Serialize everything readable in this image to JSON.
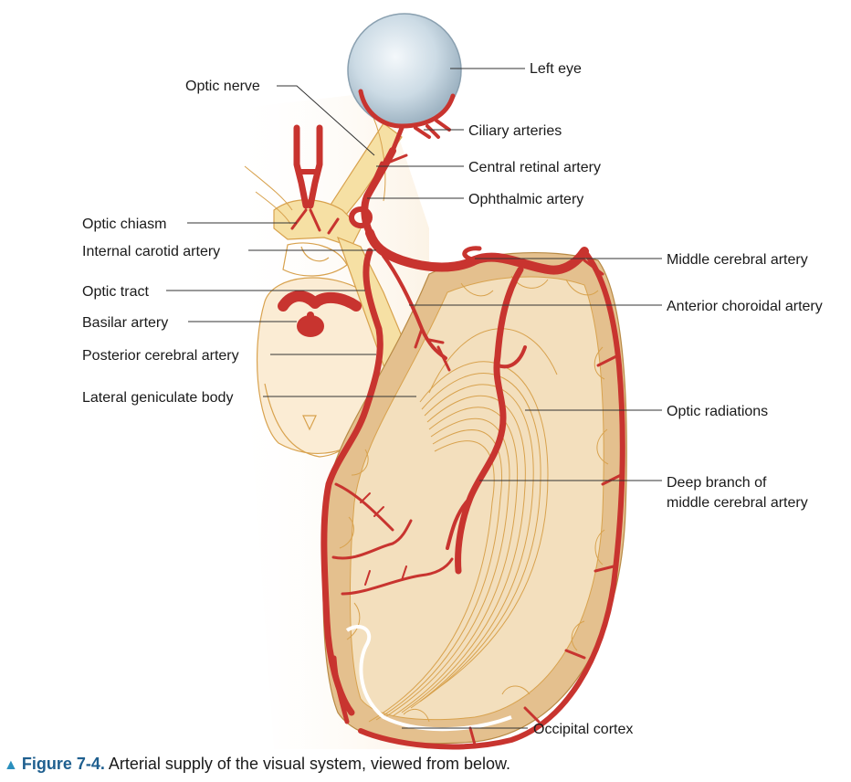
{
  "labels": {
    "left_eye": "Left eye",
    "optic_nerve": "Optic nerve",
    "ciliary_arteries": "Ciliary arteries",
    "central_retinal_artery": "Central retinal artery",
    "ophthalmic_artery": "Ophthalmic artery",
    "optic_chiasm": "Optic chiasm",
    "internal_carotid_artery": "Internal carotid artery",
    "middle_cerebral_artery": "Middle cerebral artery",
    "optic_tract": "Optic tract",
    "anterior_choroidal_artery": "Anterior choroidal artery",
    "basilar_artery": "Basilar artery",
    "posterior_cerebral_artery": "Posterior cerebral artery",
    "lateral_geniculate_body": "Lateral geniculate body",
    "optic_radiations": "Optic radiations",
    "deep_branch_line1": "Deep branch of",
    "deep_branch_line2": "middle cerebral artery",
    "occipital_cortex": "Occipital cortex"
  },
  "caption": {
    "marker": "▲",
    "number": "Figure 7-4.",
    "text": "Arterial supply of the visual system, viewed from below."
  },
  "colors": {
    "artery": "#c8342f",
    "brain_fill": "#f0d9b1",
    "cortex_band": "#e4c08e",
    "nerve_fill": "#f6e0a4",
    "outline": "#d8a24e",
    "eye_fill": "#d6e2ea"
  }
}
